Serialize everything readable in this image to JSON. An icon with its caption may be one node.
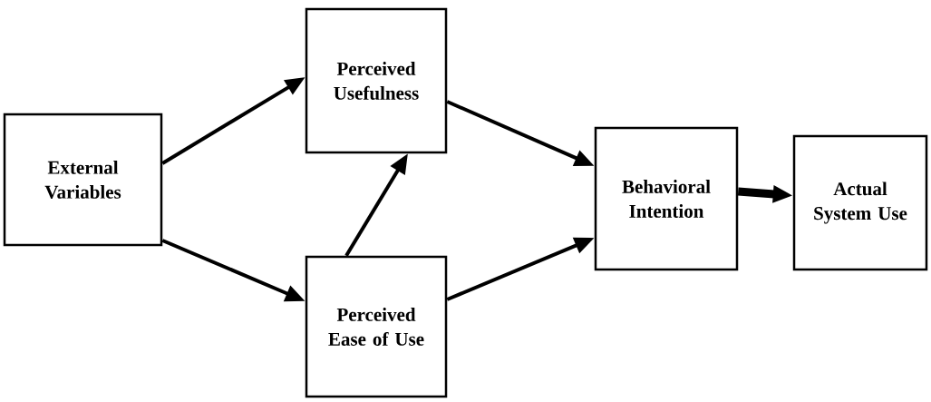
{
  "diagram": {
    "nodes": [
      {
        "text": [
          "External Variables"
        ]
      },
      {
        "text": [
          "Perceived Usefulness"
        ]
      },
      {
        "text": [
          "Perceived Ease of Use"
        ]
      },
      {
        "text": [
          "Behavioral Intention"
        ]
      },
      {
        "text": [
          "Actual System Use"
        ]
      }
    ],
    "edges": [
      {
        "from": 0,
        "to": 1,
        "arrow": "to"
      },
      {
        "from": 0,
        "to": 2,
        "arrow": "to"
      },
      {
        "from": 2,
        "to": 1,
        "arrow": "to"
      },
      {
        "from": 1,
        "to": 3,
        "arrow": "to"
      },
      {
        "from": 2,
        "to": 3,
        "arrow": "to"
      },
      {
        "from": 3,
        "to": 4,
        "arrow": "to",
        "style": "thick"
      }
    ]
  }
}
